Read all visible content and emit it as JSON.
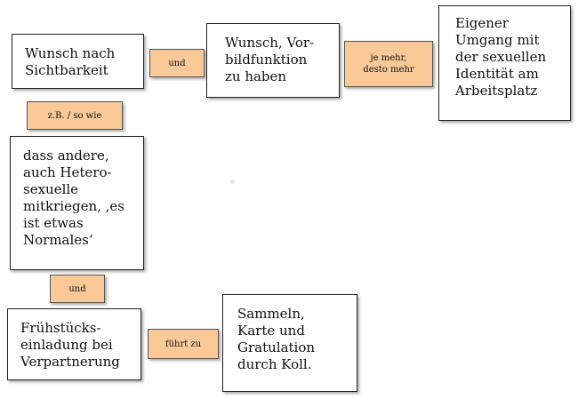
{
  "nodes": {
    "wunsch_sichtbarkeit": "Wunsch nach\nSichtbarkeit",
    "wunsch_vorbild": "Wunsch, Vor-\nbildfunktion\nzu haben",
    "eigener_umgang": "Eigener\nUmgang mit\nder sexuellen\nIdentität am\nArbeitsplatz",
    "dass_andere": "dass andere,\nauch Hetero-\nsexuelle\nmitkriegen, ‚es\nist etwas\nNormales‘",
    "fruehstueck": "Frühstücks-\neinladung bei\nVerpartnerung",
    "sammeln": "Sammeln,\nKarte und\nGratulation\ndurch Koll."
  },
  "connectors": {
    "und_1": "und",
    "je_mehr": "je mehr,\ndesto mehr",
    "zb": "z.B. / so wie",
    "und_2": "und",
    "fuehrt_zu": "führt zu"
  }
}
